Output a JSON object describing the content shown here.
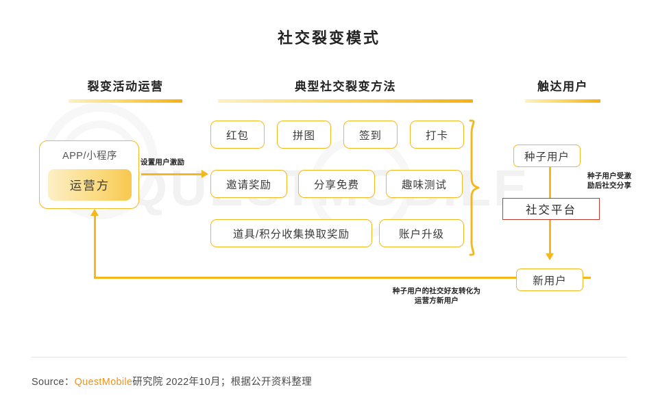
{
  "title": "社交裂变模式",
  "colors": {
    "accent_yellow": "#f5b81c",
    "platform_red": "#c0392b",
    "brand_orange": "#f0921e",
    "text_dark": "#222222"
  },
  "watermark": {
    "text": "QUESTMOBILE"
  },
  "sections": {
    "left": {
      "title": "裂变活动运营"
    },
    "middle": {
      "title": "典型社交裂变方法"
    },
    "right": {
      "title": "触达用户"
    }
  },
  "operator": {
    "platform_label": "APP/小程序",
    "role_label": "运营方"
  },
  "methods": {
    "row1": [
      {
        "label": "红包"
      },
      {
        "label": "拼图"
      },
      {
        "label": "签到"
      },
      {
        "label": "打卡"
      }
    ],
    "row2": [
      {
        "label": "邀请奖励"
      },
      {
        "label": "分享免费"
      },
      {
        "label": "趣味测试"
      }
    ],
    "row3": [
      {
        "label": "道具/积分收集换取奖励"
      },
      {
        "label": "账户升级"
      }
    ]
  },
  "reach": {
    "seed_users": "种子用户",
    "social_platform": "社交平台",
    "new_users": "新用户"
  },
  "connectors": {
    "operator_to_methods": "设置用户激励",
    "seed_share_line1": "种子用户受激",
    "seed_share_line2": "励后社交分享",
    "feedback_line1": "种子用户的社交好友转化为",
    "feedback_line2": "运营方新用户"
  },
  "footer": {
    "prefix": "Source：",
    "brand": "QuestMobile",
    "suffix": "研究院 2022年10月；根据公开资料整理"
  }
}
